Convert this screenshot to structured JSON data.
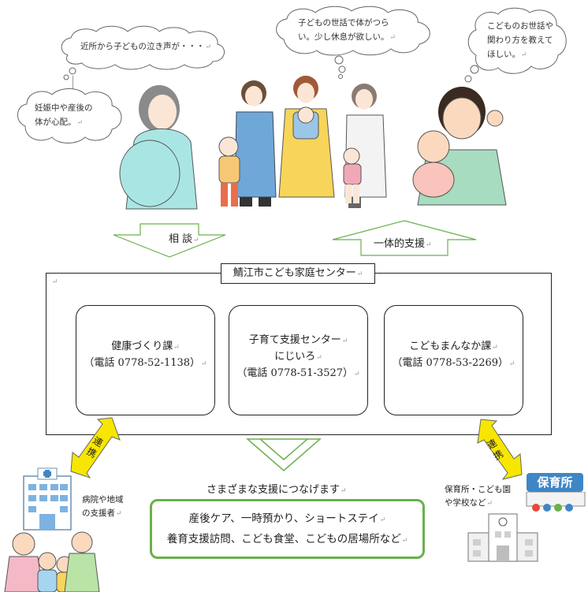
{
  "bubbles": {
    "neighbor": "近所から子どもの泣き声が・・・",
    "pregnant": [
      "妊娠中や産後の",
      "体が心配。"
    ],
    "tired": [
      "子どもの世話で体がつら",
      "い。少し休息が欲しい。"
    ],
    "teach": [
      "こどものお世話や",
      "関わり方を教えて",
      "ほしい。"
    ]
  },
  "arrows": {
    "consult": "相 談",
    "support": "一体的支援"
  },
  "center": {
    "title": "鯖江市こども家庭センター",
    "departments": [
      {
        "name": "健康づくり課",
        "phone": "（電話 0778-52-1138）"
      },
      {
        "name": "子育て支援センター",
        "sub": "にじいろ",
        "phone": "（電話 0778-51-3527）"
      },
      {
        "name": "こどもまんなか課",
        "phone": "（電話 0778-53-2269）"
      }
    ]
  },
  "links": {
    "left": "連携",
    "right": "連携"
  },
  "connect_text": "さまざまな支援につなげます",
  "services": [
    "産後ケア、一時預かり、ショートステイ",
    "養育支援訪問、こども食堂、こどもの居場所など"
  ],
  "hospital_label": [
    "病院や地域",
    "の支援者"
  ],
  "school_label": [
    "保育所・こども園",
    "や学校など"
  ],
  "nursery_sign": "保育所",
  "colors": {
    "green": "#6ab04c",
    "yellow": "#f7e600",
    "sign": "#3f86c6"
  }
}
